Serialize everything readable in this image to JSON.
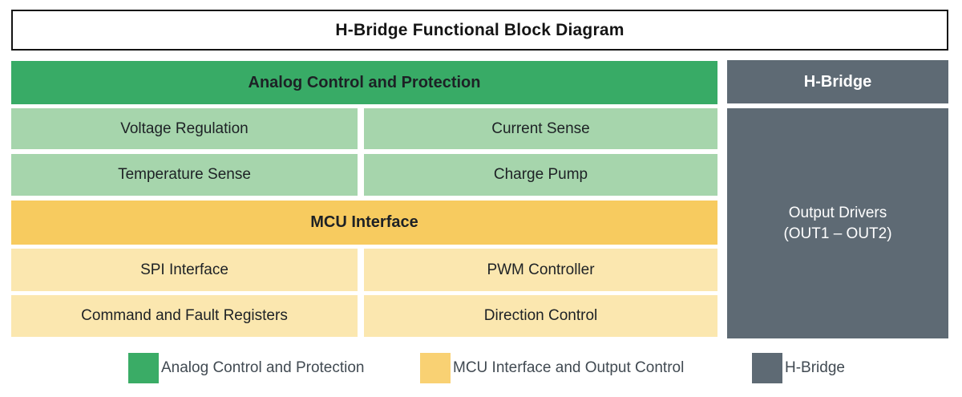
{
  "title": "H-Bridge Functional Block Diagram",
  "colors": {
    "analog_header": "#38ab66",
    "analog_cell": "#a6d5ac",
    "mcu_header": "#f7cb5f",
    "mcu_cell": "#fbe7af",
    "hbridge": "#5e6a74",
    "legend_green": "#3aac66",
    "legend_yellow": "#f9d173",
    "legend_gray": "#5e6a74"
  },
  "sections": {
    "analog": {
      "header": "Analog Control and Protection",
      "cells": [
        "Voltage Regulation",
        "Current Sense",
        "Temperature Sense",
        "Charge Pump"
      ]
    },
    "mcu": {
      "header": "MCU Interface",
      "cells": [
        "SPI Interface",
        "PWM Controller",
        "Command and Fault Registers",
        "Direction Control"
      ]
    },
    "hbridge": {
      "header": "H-Bridge",
      "block_line1": "Output Drivers",
      "block_line2": "(OUT1 – OUT2)"
    }
  },
  "legend": [
    {
      "label": "Analog Control and Protection",
      "color": "#3aac66"
    },
    {
      "label": "MCU Interface and Output Control",
      "color": "#f9d173"
    },
    {
      "label": "H-Bridge",
      "color": "#5e6a74"
    }
  ]
}
